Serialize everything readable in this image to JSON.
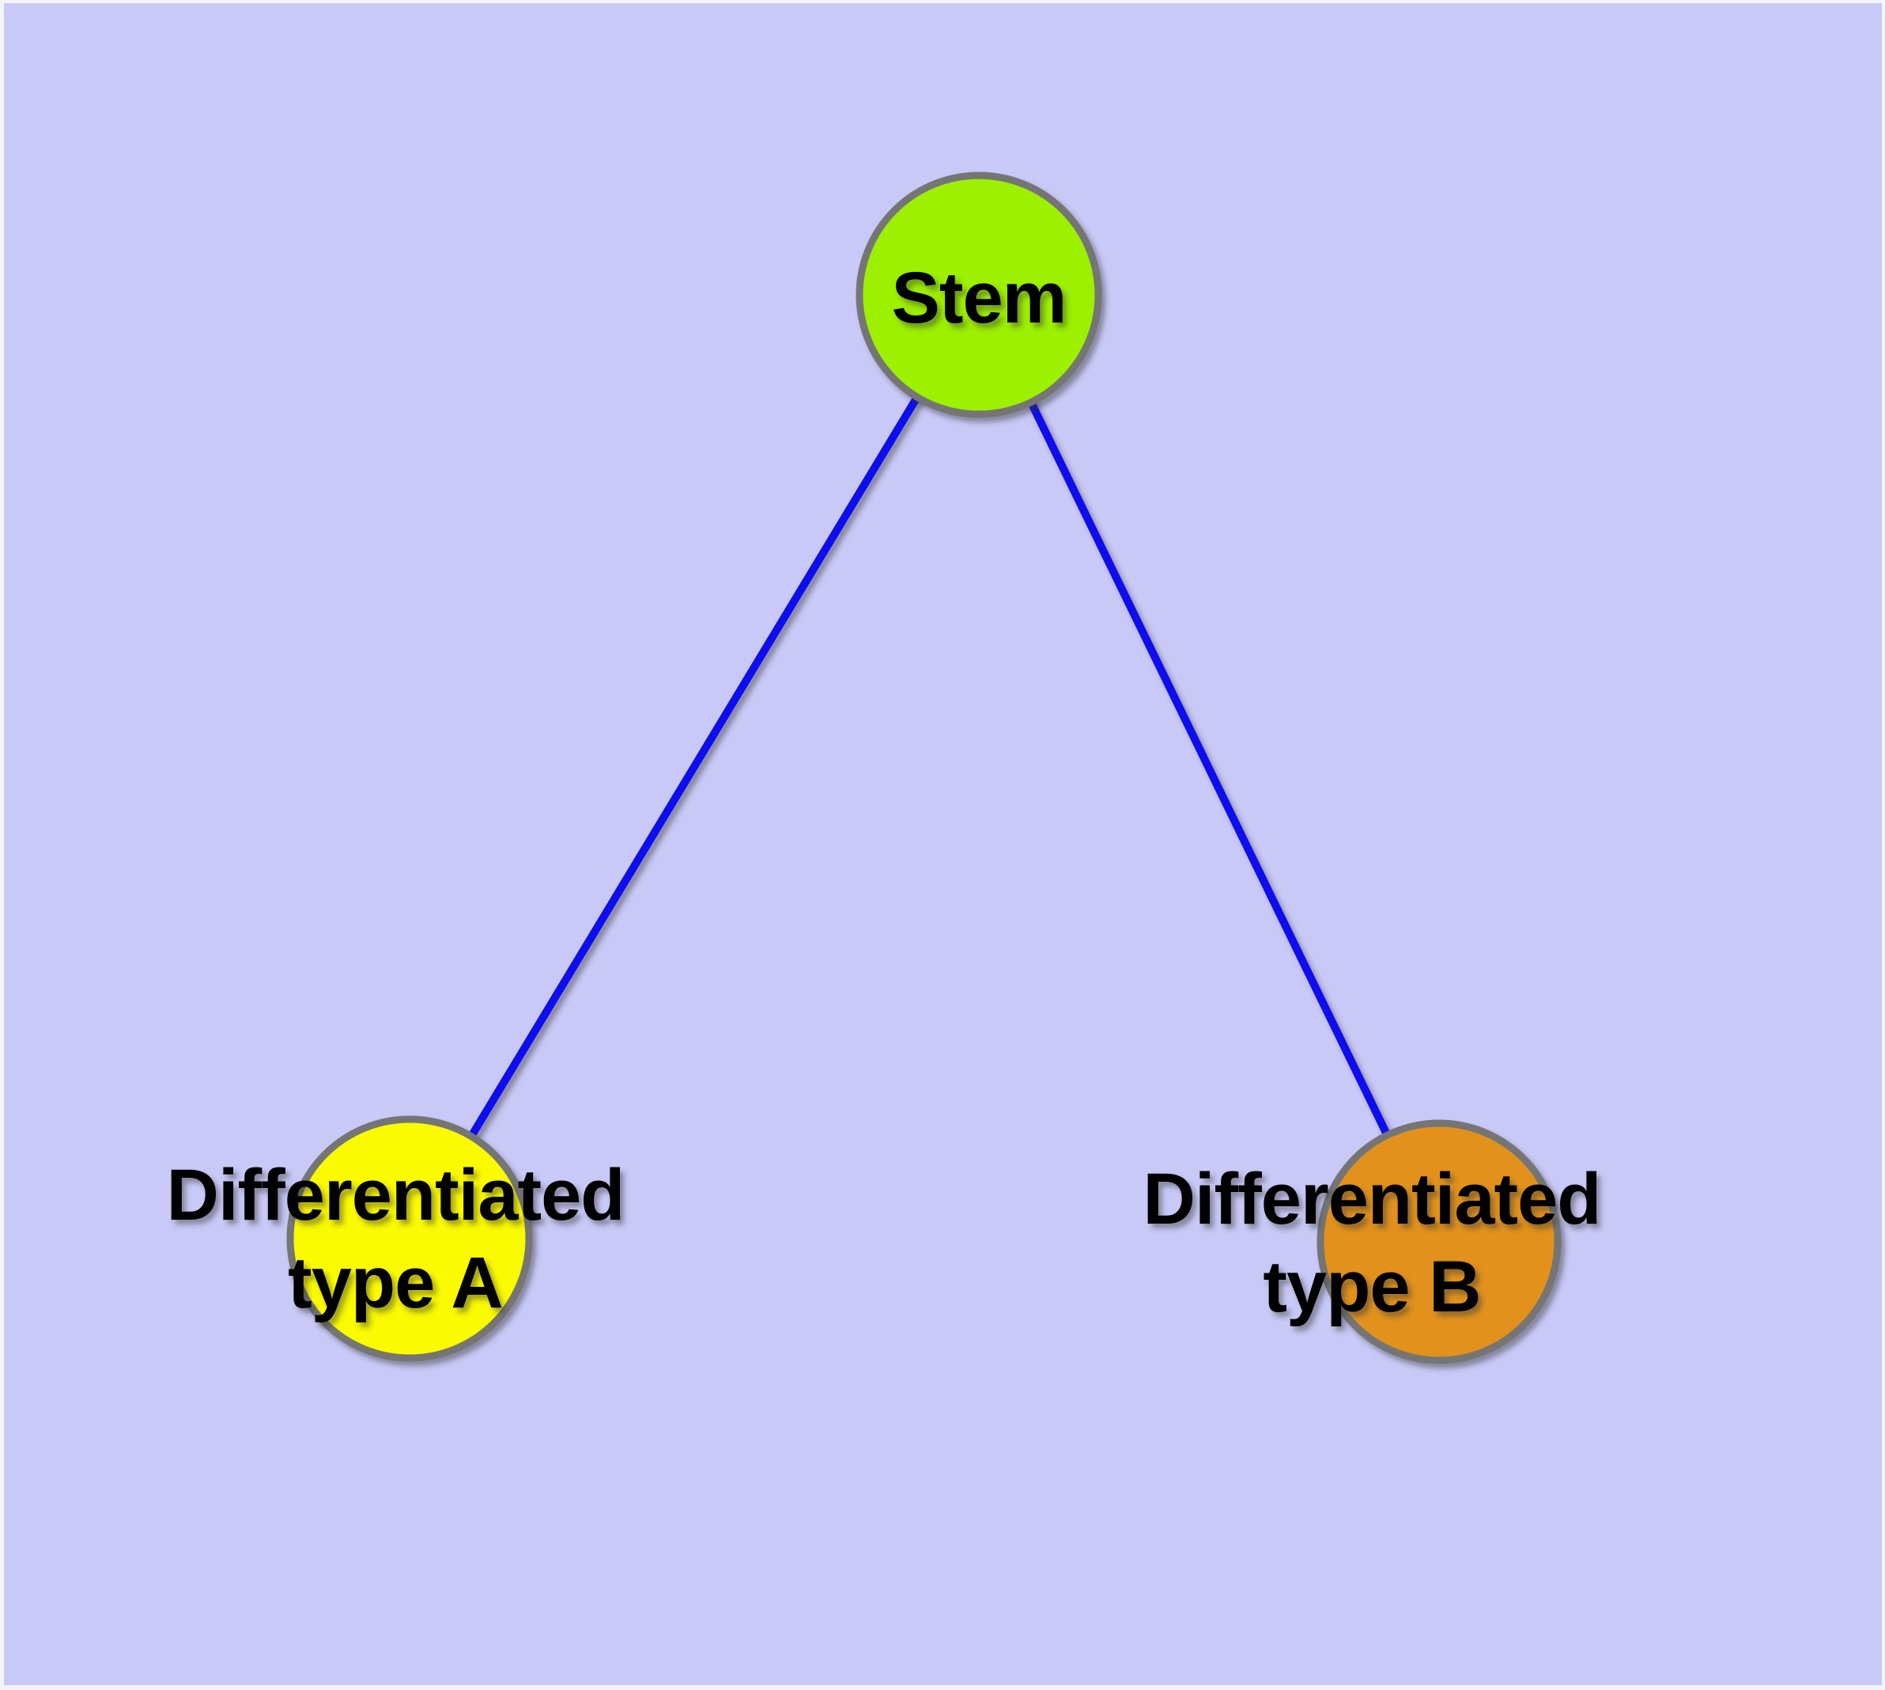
{
  "canvas": {
    "frame_color": "#f4f4fc",
    "background_color": "#c9c9f8"
  },
  "diagram": {
    "type": "graph",
    "description": "Stem cell differentiation graph: one stem node linked to two differentiated cell type nodes",
    "edge_color": "#1111ee",
    "node_border_color": "#747474",
    "label_color": "#000000",
    "nodes": [
      {
        "id": "stem",
        "label": "Stem",
        "fill": "#9cf000"
      },
      {
        "id": "differentiated-type-a",
        "label": "Differentiated type A",
        "label_line1": "Differentiated",
        "label_line2": "type A",
        "fill": "#fafa00"
      },
      {
        "id": "differentiated-type-b",
        "label": "Differentiated type B",
        "label_line1": "Differentiated",
        "label_line2": "type B",
        "fill": "#e2921c"
      }
    ],
    "edges": [
      {
        "from": "Stem",
        "to": "Differentiated type A"
      },
      {
        "from": "Stem",
        "to": "Differentiated type B"
      }
    ]
  }
}
